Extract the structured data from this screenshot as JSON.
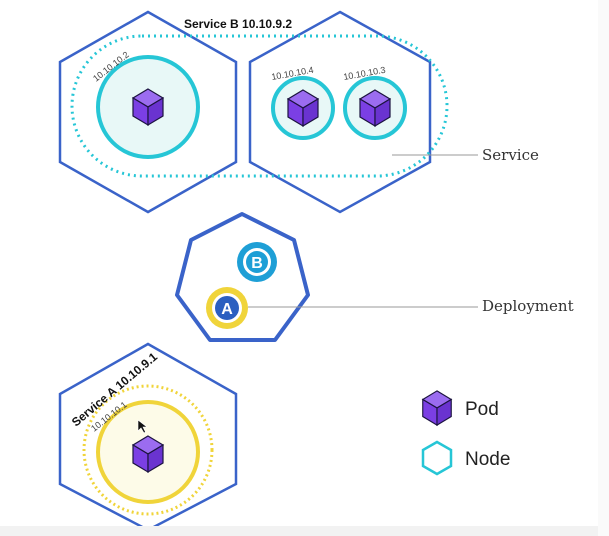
{
  "colors": {
    "node": "#3a63c9",
    "service_b": "#26c6d6",
    "service_a": "#f0d43a",
    "pod_fill": "#7b3fe4",
    "deployment_a": "#f0d43a",
    "deployment_b": "#1e9fd6"
  },
  "service_b": {
    "title": "Service B 10.10.9.2",
    "pods": [
      {
        "ip": "10.10.10.2"
      },
      {
        "ip": "10.10.10.4"
      },
      {
        "ip": "10.10.10.3"
      }
    ]
  },
  "service_a": {
    "title": "Service A  10.10.9.1",
    "pods": [
      {
        "ip": "10.10.10.1"
      }
    ]
  },
  "deployment": {
    "badge_b": "B",
    "badge_a": "A"
  },
  "callouts": {
    "service": "Service",
    "deployment": "Deployment"
  },
  "legend": {
    "pod_label": "Pod",
    "node_label": "Node",
    "pod_icon": "cube-icon",
    "node_icon": "hexagon-icon"
  }
}
